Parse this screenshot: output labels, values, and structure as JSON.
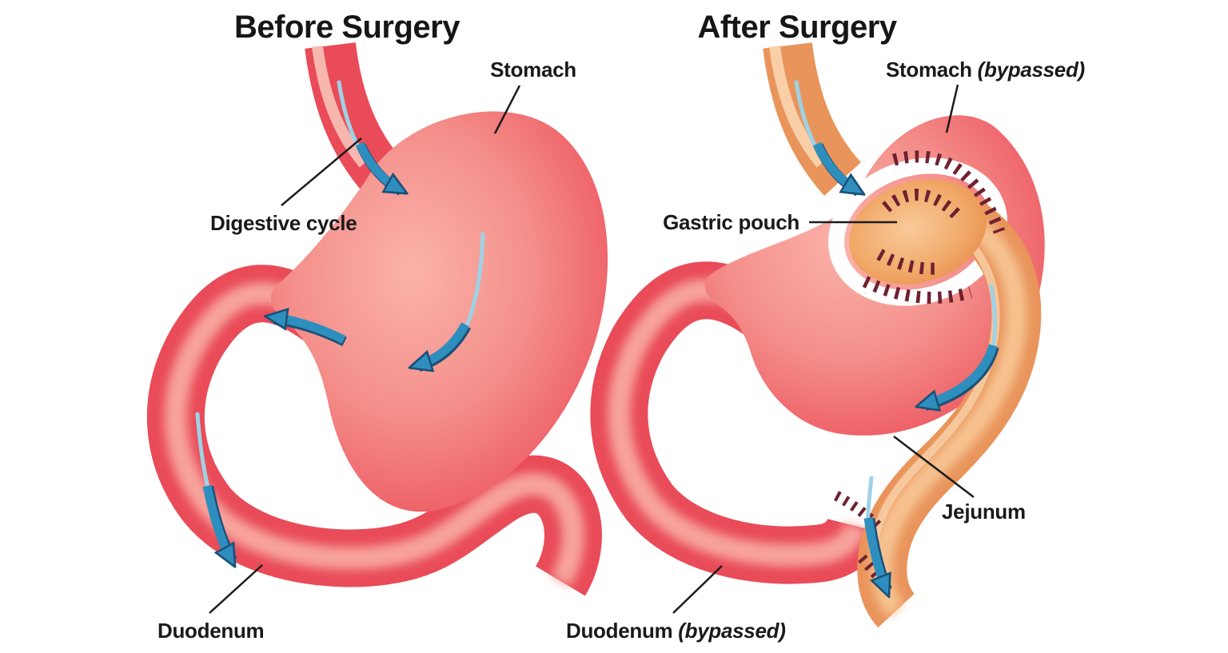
{
  "figure": {
    "titles": {
      "before": "Before Surgery",
      "after": "After Surgery"
    },
    "before": {
      "labels": {
        "stomach": "Stomach",
        "digestive_cycle": "Digestive cycle",
        "duodenum": "Duodenum"
      }
    },
    "after": {
      "labels": {
        "stomach_prefix": "Stomach ",
        "stomach_italic": "(bypassed)",
        "gastric_pouch": "Gastric pouch",
        "jejunum": "Jejunum",
        "duodenum_prefix": "Duodenum ",
        "duodenum_italic": "(bypassed)"
      }
    },
    "colors": {
      "background": "#FFFFFF",
      "organ_red": "#E94B58",
      "organ_red_highlight": "#F7A39B",
      "stomach_center": "#FBB3AA",
      "organ_orange": "#E9945B",
      "pouch_light": "#F8CA9A",
      "flow_arrow_blue": "#2E8FBF",
      "flow_arrow_light_blue": "#9ED2E6",
      "staple_maroon": "#6E2130",
      "label_text": "#1A1A1A"
    }
  }
}
